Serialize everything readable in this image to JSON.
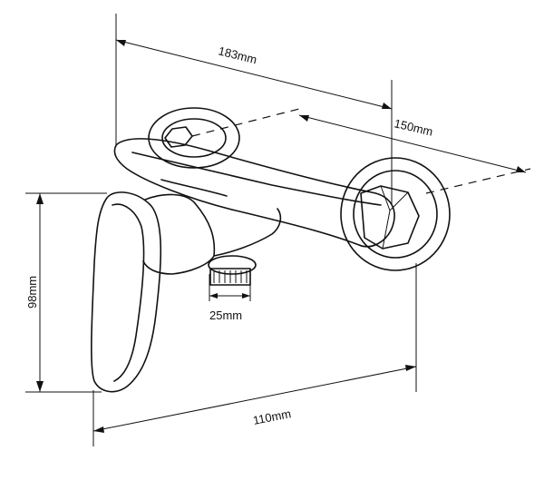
{
  "dimensions": {
    "overall_length": "183mm",
    "center_distance": "150mm",
    "height": "98mm",
    "outlet": "25mm",
    "depth": "110mm"
  }
}
